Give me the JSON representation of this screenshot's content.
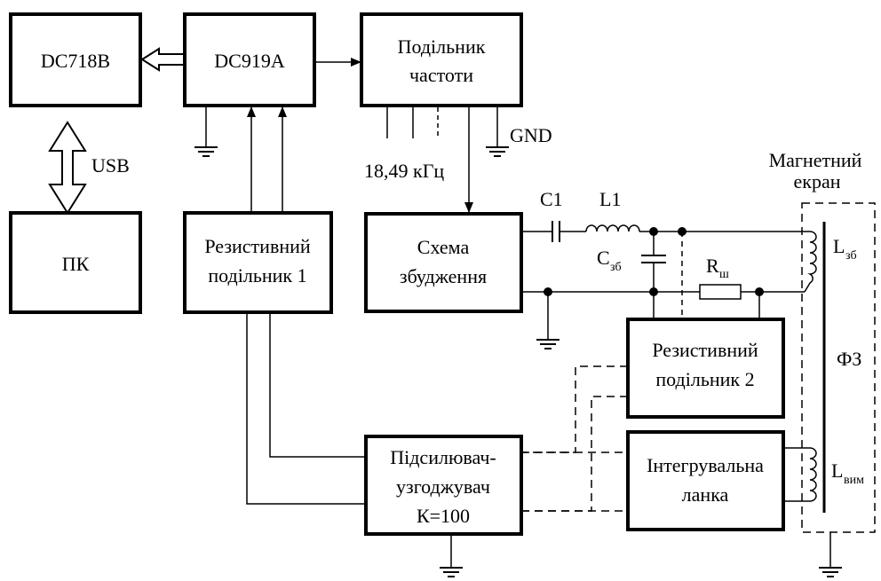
{
  "blocks": {
    "dc718b": "DC718B",
    "dc919a": "DC919A",
    "divider_line1": "Подільник",
    "divider_line2": "частоти",
    "pc": "ПК",
    "res1_line1": "Резистивний",
    "res1_line2": "подільник 1",
    "excitation_line1": "Схема",
    "excitation_line2": "збудження",
    "res2_line1": "Резистивний",
    "res2_line2": "подільник 2",
    "amp_line1": "Підсилювач-",
    "amp_line2": "узгоджувач",
    "amp_line3": "К=100",
    "integ_line1": "Інтегрувальна",
    "integ_line2": "ланка"
  },
  "labels": {
    "usb": "USB",
    "gnd": "GND",
    "frequency": "18,49 кГц",
    "c1": "C1",
    "l1": "L1",
    "c_main": "C",
    "c_sub": "зб",
    "r_main": "R",
    "r_sub": "ш",
    "shield_line1": "Магнетний",
    "shield_line2": "екран",
    "lzb_main": "L",
    "lzb_sub": "зб",
    "fz": "ФЗ",
    "lvym_main": "L",
    "lvym_sub": "вим"
  }
}
